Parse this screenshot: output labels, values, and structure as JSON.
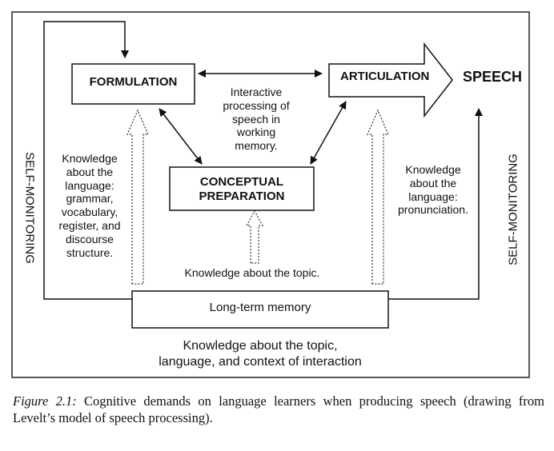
{
  "boxes": {
    "formulation": "FORMULATION",
    "articulation": "ARTICULATION",
    "conceptual_line1": "CONCEPTUAL",
    "conceptual_line2": "PREPARATION",
    "long_term_memory": "Long-term memory"
  },
  "output_label": "SPEECH",
  "side_labels": {
    "left": "SELF-MONITORING",
    "right": "SELF-MONITORING"
  },
  "center_note": [
    "Interactive",
    "processing of",
    "speech in",
    "working",
    "memory."
  ],
  "knowledge": {
    "language": [
      "Knowledge",
      "about the",
      "language:",
      "grammar,",
      "vocabulary,",
      "register, and",
      "discourse",
      "structure."
    ],
    "pronunciation": [
      "Knowledge",
      "about the",
      "language:",
      "pronunciation."
    ],
    "topic": "Knowledge about the topic.",
    "bottom": [
      "Knowledge about the topic,",
      "language, and context of interaction"
    ]
  },
  "caption": {
    "label": "Figure 2.1:",
    "text": " Cognitive demands on language learners when producing speech (drawing from Levelt’s model of speech processing)."
  }
}
